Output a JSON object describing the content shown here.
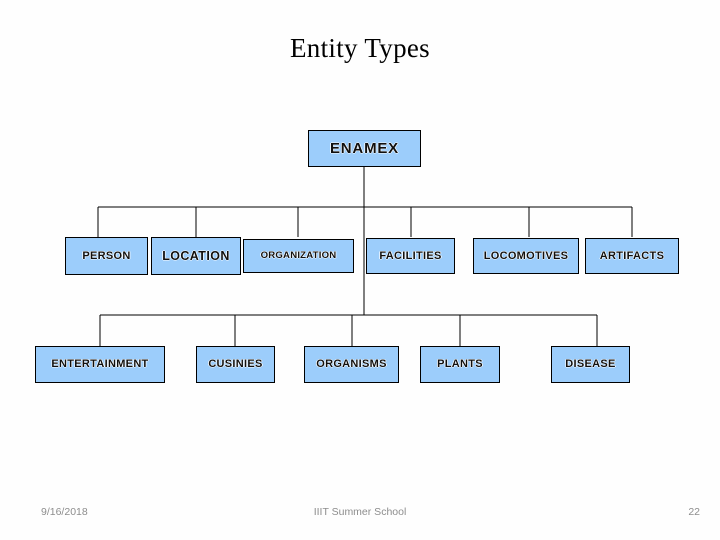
{
  "slide": {
    "title": "Entity Types",
    "background_color": "#fefefe",
    "node_fill_color": "#9ccdfb",
    "node_border_color": "#000000",
    "connector_color": "#000000"
  },
  "diagram": {
    "type": "hierarchy-tree",
    "root": {
      "label": "ENAMEX"
    },
    "level2": [
      {
        "label": "PERSON"
      },
      {
        "label": "LOCATION"
      },
      {
        "label": "ORGANIZATION"
      },
      {
        "label": "FACILITIES"
      },
      {
        "label": "LOCOMOTIVES"
      },
      {
        "label": "ARTIFACTS"
      }
    ],
    "level3": [
      {
        "label": "ENTERTAINMENT"
      },
      {
        "label": "CUSINIES"
      },
      {
        "label": "ORGANISMS"
      },
      {
        "label": "PLANTS"
      },
      {
        "label": "DISEASE"
      }
    ]
  },
  "footer": {
    "date": "9/16/2018",
    "center": "IIIT Summer School",
    "page_number": "22"
  }
}
